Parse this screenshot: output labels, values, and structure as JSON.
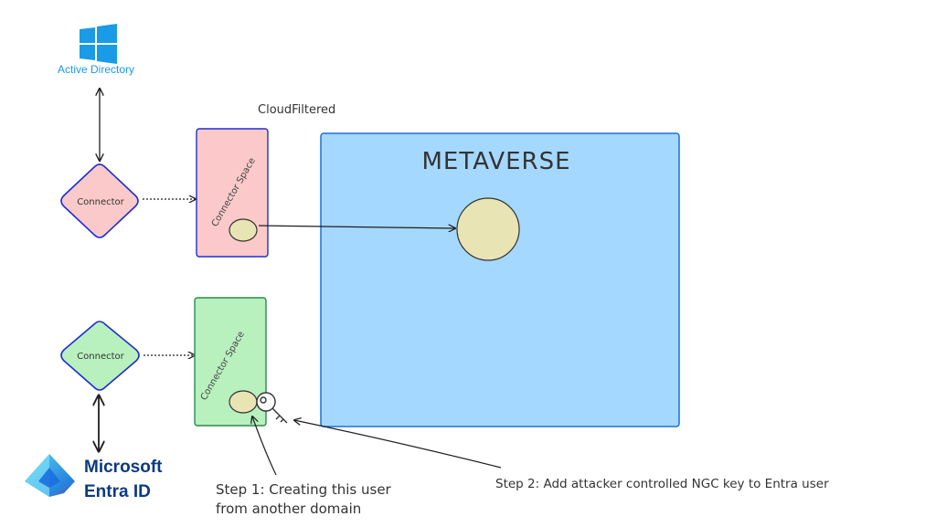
{
  "active_directory": {
    "label": "Active Directory",
    "logo_icon": "windows-logo-icon",
    "color": "#1a9be6"
  },
  "entra": {
    "line1": "Microsoft",
    "line2": "Entra ID",
    "logo_icon": "entra-pyramid-icon",
    "color": "#0b3a82"
  },
  "connector_top": {
    "label": "Connector",
    "fill": "#fbc9c9",
    "stroke": "#1e2fd0"
  },
  "connector_bottom": {
    "label": "Connector",
    "fill": "#b8f0be",
    "stroke": "#1e2fd0"
  },
  "cs_top": {
    "label": "Connector Space",
    "fill": "#fbc9c9",
    "stroke": "#1e2fd0"
  },
  "cs_bottom": {
    "label": "Connector Space",
    "fill": "#b8f0be",
    "stroke": "#2a8a4a"
  },
  "cloudfiltered_label": "CloudFiltered",
  "metaverse": {
    "title": "METAVERSE",
    "fill": "#a5d8ff",
    "stroke": "#1e6fd9"
  },
  "object_fill": "#e8e4b4",
  "key_icon": "key-icon",
  "step1": {
    "line1": "Step 1: Creating this user",
    "line2": "from another domain"
  },
  "step2": "Step 2: Add attacker controlled NGC key to Entra user"
}
